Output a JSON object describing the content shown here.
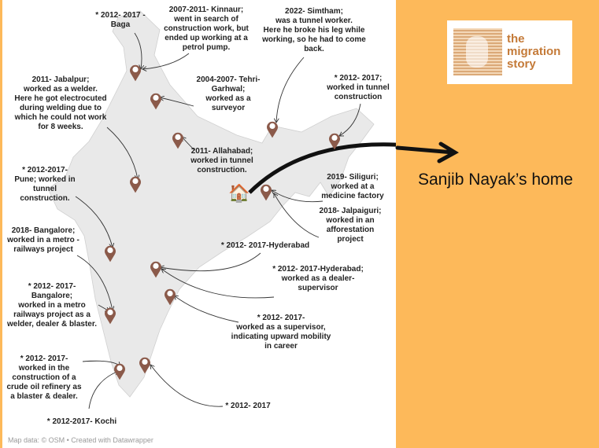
{
  "colors": {
    "background": "#fdb95a",
    "pin": "#8b5a4a",
    "land": "#e9e9e9"
  },
  "logo": {
    "text": "the\nmigration\nstory"
  },
  "home_label": "Sanjib Nayak’s home",
  "house_icon": "🏠",
  "footer": "Map data: © OSM  • Created with Datawrapper",
  "annotations": [
    {
      "id": "baga",
      "text": "* 2012- 2017 -\nBaga"
    },
    {
      "id": "kinnaur",
      "text": "2007-2011- Kinnaur;\nwent in search of\nconstruction work, but\nended up working at a\npetrol pump."
    },
    {
      "id": "tehri",
      "text": "2004-2007- Tehri-\nGarhwal;\nworked as a\nsurveyor"
    },
    {
      "id": "jabalpur",
      "text": "2011- Jabalpur;\nworked as a welder.\nHere he got electrocuted\nduring welding due to\nwhich he could not work\nfor 8 weeks."
    },
    {
      "id": "allahabad",
      "text": "2011- Allahabad;\nworked in tunnel\nconstruction."
    },
    {
      "id": "pune",
      "text": "* 2012-2017-\nPune; worked in\ntunnel\nconstruction."
    },
    {
      "id": "simtham",
      "text": "2022- Simtham;\nwas a tunnel worker.\nHere he broke his leg while\nworking, so he had to come\nback."
    },
    {
      "id": "ne_tunnel",
      "text": "* 2012- 2017;\nworked in tunnel\nconstruction"
    },
    {
      "id": "siliguri",
      "text": "2019- Siliguri;\nworked at a\nmedicine factory"
    },
    {
      "id": "jalpaiguri",
      "text": "2018- Jalpaiguri;\nworked in an\nafforestation\nproject"
    },
    {
      "id": "hyderabad",
      "text": "* 2012- 2017-Hyderabad"
    },
    {
      "id": "bangalore2018",
      "text": "2018- Bangalore;\nworked in a metro -\nrailways project"
    },
    {
      "id": "hyderabad_dealer",
      "text": "* 2012- 2017-Hyderabad;\nworked as a dealer-\nsupervisor"
    },
    {
      "id": "bangalore2012",
      "text": "* 2012- 2017-\nBangalore;\nworked in a metro\nrailways project as a\nwelder, dealer & blaster."
    },
    {
      "id": "supervisor",
      "text": "* 2012- 2017-\nworked as a supervisor,\nindicating upward mobility\nin career"
    },
    {
      "id": "refinery",
      "text": "* 2012- 2017-\nworked in the\nconstruction of a\ncrude oil refinery as\na blaster & dealer."
    },
    {
      "id": "tn",
      "text": "* 2012- 2017"
    },
    {
      "id": "kochi",
      "text": "* 2012-2017- Kochi"
    }
  ]
}
